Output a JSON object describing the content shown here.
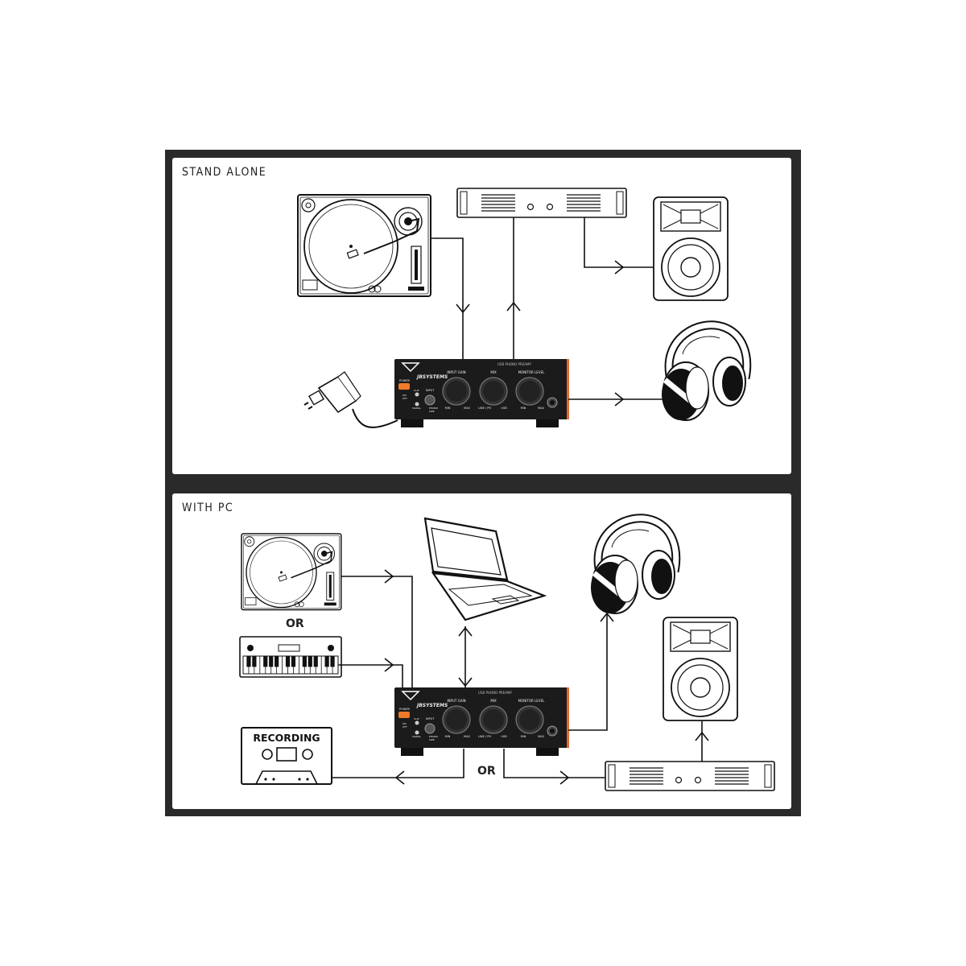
{
  "panels": [
    {
      "title": "STAND ALONE"
    },
    {
      "title": "WITH PC"
    }
  ],
  "preamp": {
    "brand": "JBSYSTEMS",
    "model": "USB PHONO PREAMP",
    "power_label": "POWER",
    "power_on": "ON",
    "power_off": "OFF",
    "clip_label": "CLIP",
    "signal_label": "SIGNAL",
    "input_label": "INPUT",
    "phono_label": "PHONO",
    "line_label": "LINE",
    "knobs": [
      {
        "title": "INPUT GAIN",
        "left": "MIN",
        "right": "MAX"
      },
      {
        "title": "MIX",
        "left": "LINE / PH",
        "right": "USB"
      },
      {
        "title": "MONITOR LEVEL",
        "left": "MIN",
        "right": "MAX"
      }
    ]
  },
  "labels": {
    "or_1": "OR",
    "or_2": "OR",
    "recording": "RECORDING"
  },
  "colors": {
    "frame": "#2a2a2a",
    "power_button": "#f07a2a",
    "preamp_body": "#1b1b1b",
    "preamp_edge": "#e06a30"
  }
}
